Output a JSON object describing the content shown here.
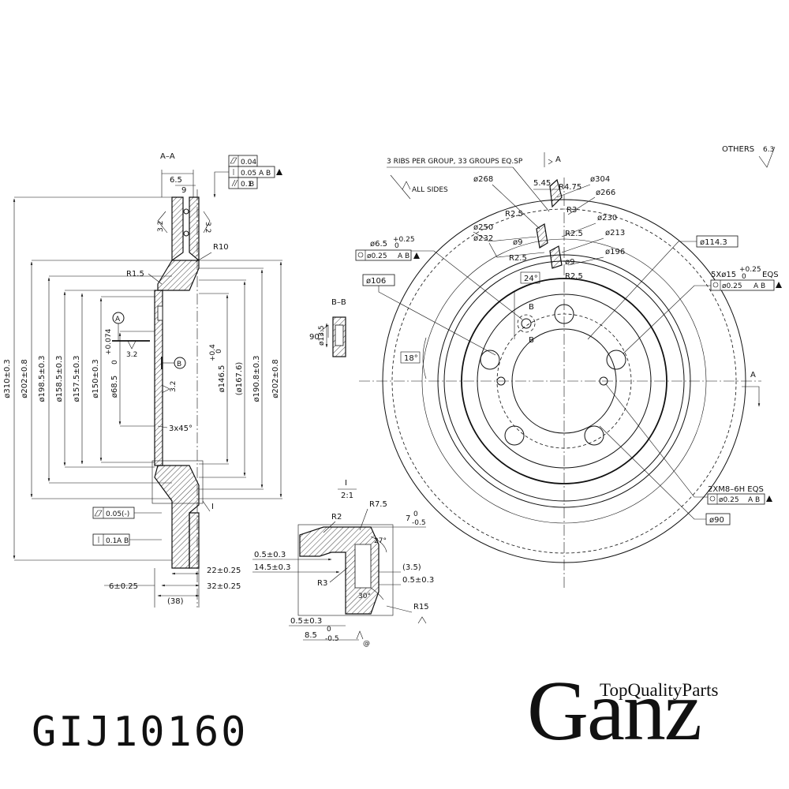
{
  "section_aa": {
    "title": "A–A",
    "gdt_flatness": "0.04",
    "gdt_runout": "0.05",
    "gdt_runout_ref": "A B",
    "gdt_parallel": "0.1",
    "gdt_parallel_ref": "B",
    "dim_6_5": "6.5",
    "dim_9": "9",
    "rough_3_2_left": "3.2",
    "rough_3_2_right": "3.2",
    "r10": "R10",
    "r1_5": "R1.5",
    "datum_a": "A",
    "datum_b": "B",
    "rough_3_2_a": "3.2",
    "rough_3_2_b": "3.2",
    "chamfer": "3x45°",
    "label_i": "I",
    "gdt_flat2": "0.05(-)",
    "gdt_runout2": "0.1",
    "gdt_runout2_ref": "A B",
    "dim_22": "22±0.25",
    "dim_32": "32±0.25",
    "dim_6": "6±0.25",
    "dim_38": "(38)",
    "dia_310": "ø310±0.3",
    "dia_202_l": "ø202±0.8",
    "dia_198_5": "ø198.5±0.3",
    "dia_158_5": "ø158.5±0.3",
    "dia_157_5": "ø157.5±0.3",
    "dia_150": "ø150±0.3",
    "dia_68_5": "ø68.5",
    "dia_68_5_tol": "+0.074",
    "dia_68_5_tol0": "0",
    "dia_146_5": "ø146.5",
    "dia_146_5_tol": "+0.4",
    "dia_146_5_tol0": "0",
    "dia_167_6": "(ø167.6)",
    "dia_190_8": "ø190.8±0.3",
    "dia_202_r": "ø202±0.8"
  },
  "detail_i": {
    "title": "I",
    "scale": "2:1",
    "r2": "R2",
    "r7_5": "R7.5",
    "dim_7": "7",
    "dim_7_tol": "-0.5",
    "dim_7_tol0": "0",
    "angle_27": "27°",
    "dim_0_5_a": "0.5±0.3",
    "dim_14_5": "14.5±0.3",
    "dim_3_5": "(3.5)",
    "dim_0_5_b": "0.5±0.3",
    "r3": "R3",
    "angle_30": "30°",
    "r15": "R15",
    "dim_0_5_c": "0.5±0.3",
    "dim_8_5": "8.5",
    "dim_8_5_tol": "-0.5",
    "dim_8_5_tol0": "0",
    "note": "@"
  },
  "section_bb": {
    "title": "B–B",
    "angle_90": "90°",
    "dia_13_5": "ø13.5"
  },
  "front_view": {
    "ribs_note": "3 RIBS PER GROUP, 33 GROUPS EQ.SP",
    "section_label": "A",
    "section_label_right": "A",
    "all_sides": "ALL SIDES",
    "others": "OTHERS",
    "others_value": "6.3",
    "dim_5_45": "5.45",
    "r4_75": "R4.75",
    "dia_304": "ø304",
    "dia_266": "ø266",
    "dia_268": "ø268",
    "r3": "R3",
    "r2_5_a": "R2.5",
    "dia_230": "ø230",
    "dia_250": "ø250",
    "dia_232": "ø232",
    "dia_9_a": "ø9",
    "r2_5_b": "R2.5",
    "dia_213": "ø213",
    "r2_5_c": "R2.5",
    "dia_9_b": "ø9",
    "dia_196": "ø196",
    "r2_5_d": "R2.5",
    "hole_6_5": "ø6.5",
    "hole_6_5_tol": "+0.25",
    "hole_6_5_tol0": "0",
    "hole_6_5_gdt": "ø0.25",
    "hole_6_5_ref": "A B",
    "dia_106": "ø106",
    "angle_24": "24°",
    "b_top": "B",
    "b_bottom": "B",
    "angle_18": "18°",
    "dia_114_3": "ø114.3",
    "holes_5x": "5Xø15",
    "holes_5x_tol": "+0.25",
    "holes_5x_tol0": "0",
    "holes_5x_eqs": "EQS",
    "holes_5x_gdt": "ø0.25",
    "holes_5x_ref": "A B",
    "thread_note": "2XM8–6H EQS",
    "thread_gdt": "ø0.25",
    "thread_ref": "A B",
    "dia_90": "ø90"
  },
  "footer": {
    "part_number": "GIJ10160",
    "brand_tagline": "TopQualityParts",
    "brand_name": "Ganz"
  }
}
